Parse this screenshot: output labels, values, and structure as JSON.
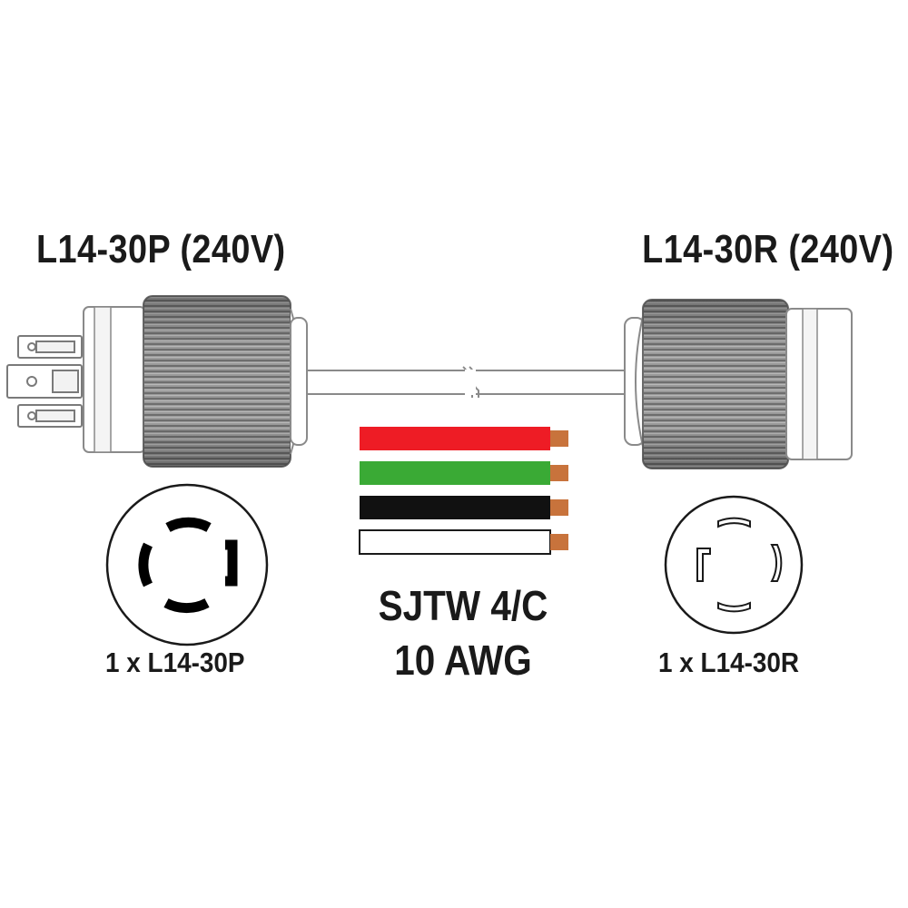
{
  "plug": {
    "title": "L14-30P (240V)",
    "caption": "1 x L14-30P"
  },
  "receptacle": {
    "title": "L14-30R (240V)",
    "caption": "1 x L14-30R"
  },
  "cable": {
    "type": "SJTW 4/C",
    "gauge": "10 AWG",
    "conductors": [
      {
        "color": "red",
        "hex": "#ee1c25"
      },
      {
        "color": "green",
        "hex": "#3aaa35"
      },
      {
        "color": "black",
        "hex": "#111111"
      },
      {
        "color": "white",
        "hex": "#ffffff"
      }
    ],
    "conductor_tip_color": "#c8733c"
  }
}
